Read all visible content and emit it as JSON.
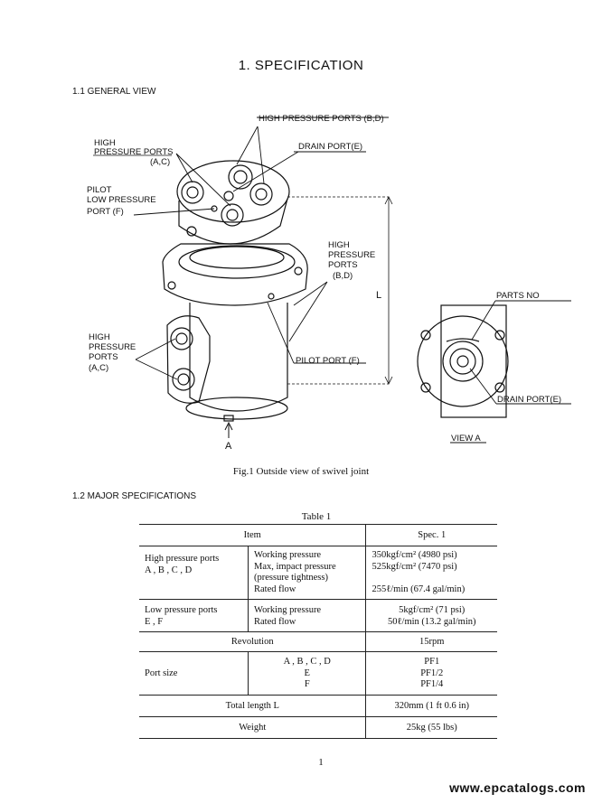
{
  "title": "1.   SPECIFICATION",
  "section1": "1.1  GENERAL VIEW",
  "figure": {
    "labels": {
      "hp_bd_top": "HIGH PRESSURE PORTS (B,D)",
      "drain_port": "DRAIN PORT(E)",
      "hp_ac_top_1": "HIGH",
      "hp_ac_top_2": "PRESSURE PORTS",
      "hp_ac_top_3": "(A,C)",
      "pilot_1": "PILOT",
      "pilot_2": "LOW PRESSURE",
      "pilot_3": "PORT (F)",
      "hp_bd_side_1": "HIGH",
      "hp_bd_side_2": "PRESSURE",
      "hp_bd_side_3": "PORTS",
      "hp_bd_side_4": "(B,D)",
      "length": "L",
      "parts_no": "PARTS NO",
      "hp_ac_side_1": "HIGH",
      "hp_ac_side_2": "PRESSURE",
      "hp_ac_side_3": "PORTS",
      "hp_ac_side_4": "(A,C)",
      "pilot_port": "PILOT PORT (F)",
      "drain_port_view": "DRAIN PORT(E)",
      "view_a": "VIEW A",
      "arrow_a": "A"
    },
    "caption": "Fig.1   Outside view of swivel joint"
  },
  "section2": "1.2  MAJOR SPECIFICATIONS",
  "table": {
    "title": "Table 1",
    "header": {
      "item": "Item",
      "spec": "Spec. 1"
    },
    "high_pressure": {
      "label": "High pressure ports\nA , B , C , D",
      "items": "Working pressure\nMax, impact pressure\n(pressure tightness)\nRated flow",
      "specs": "350kgf/cm² (4980 psi)\n525kgf/cm² (7470 psi)\n\n255ℓ/min (67.4 gal/min)"
    },
    "low_pressure": {
      "label": "Low pressure ports\nE , F",
      "items": "Working pressure\nRated flow",
      "specs": "5kgf/cm² (71 psi)\n50ℓ/min (13.2 gal/min)"
    },
    "revolution": {
      "label": "Revolution",
      "spec": "15rpm"
    },
    "port_size": {
      "label": "Port size",
      "items": "A  ,  B  ,  C  ,  D\nE\nF",
      "specs": "PF1\nPF1/2\nPF1/4"
    },
    "total_length": {
      "label": "Total length L",
      "spec": "320mm (1 ft 0.6 in)"
    },
    "weight": {
      "label": "Weight",
      "spec": "25kg (55 lbs)"
    }
  },
  "page_number": "1",
  "watermark": "www.epcatalogs.com"
}
